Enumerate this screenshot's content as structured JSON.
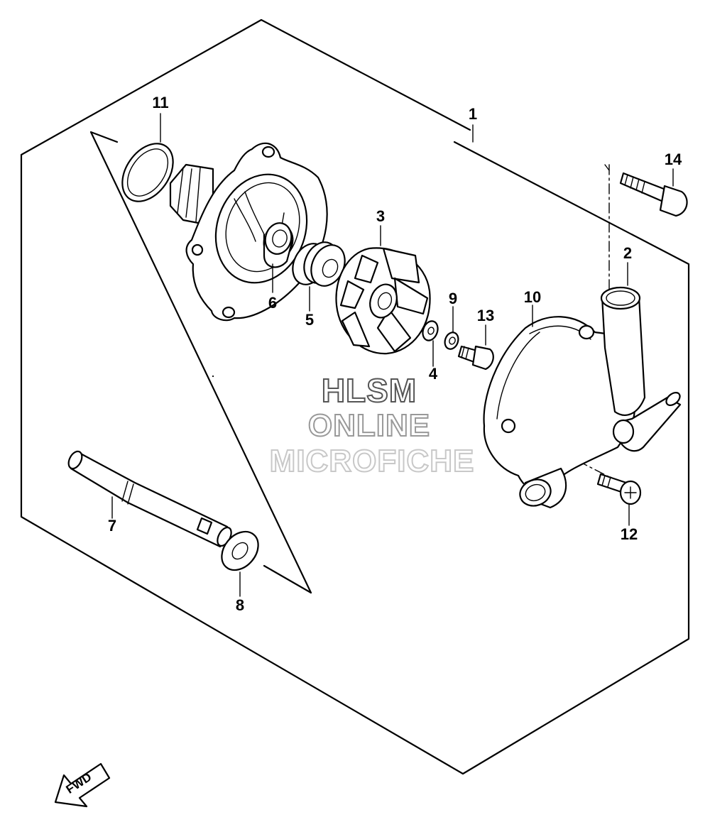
{
  "diagram": {
    "callouts": [
      {
        "id": "1",
        "label": "1"
      },
      {
        "id": "2",
        "label": "2"
      },
      {
        "id": "3",
        "label": "3"
      },
      {
        "id": "4",
        "label": "4"
      },
      {
        "id": "5",
        "label": "5"
      },
      {
        "id": "6",
        "label": "6"
      },
      {
        "id": "7",
        "label": "7"
      },
      {
        "id": "8",
        "label": "8"
      },
      {
        "id": "9",
        "label": "9"
      },
      {
        "id": "10",
        "label": "10"
      },
      {
        "id": "11",
        "label": "11"
      },
      {
        "id": "12",
        "label": "12"
      },
      {
        "id": "13",
        "label": "13"
      },
      {
        "id": "14",
        "label": "14"
      }
    ],
    "watermark": {
      "line1": "HLSM",
      "line2": "ONLINE",
      "line3": "MICROFICHE"
    },
    "direction_arrow": {
      "label": "FWD"
    }
  }
}
